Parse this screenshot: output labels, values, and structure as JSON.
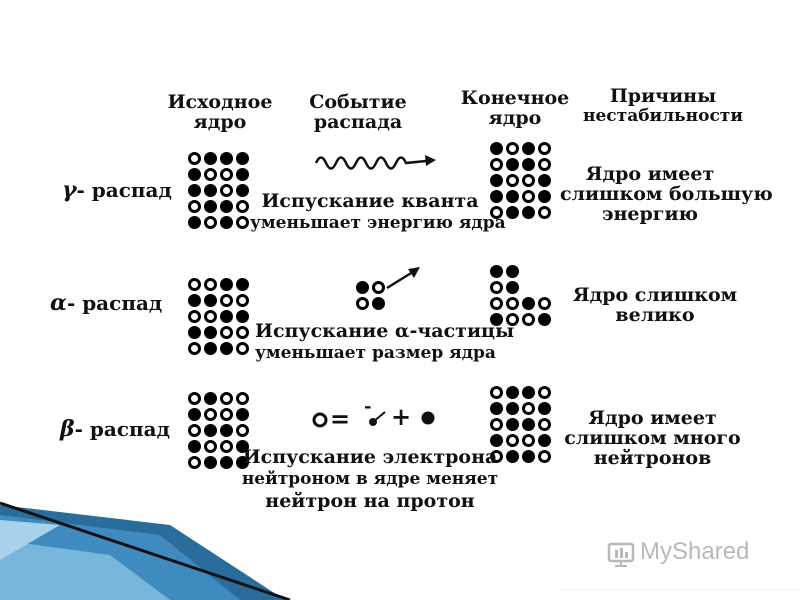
{
  "headers": {
    "initial": [
      "Исходное",
      "ядро"
    ],
    "event": [
      "Событие",
      "распада"
    ],
    "final": [
      "Конечное",
      "ядро"
    ],
    "causes": [
      "Причины",
      "нестабильности"
    ]
  },
  "rows": [
    {
      "label_symbol": "γ",
      "label_text": "- распад",
      "event_lines": [
        "Испускание кванта",
        "уменьшает энергию ядра"
      ],
      "cause_lines": [
        "Ядро имеет",
        "слишком большую",
        "энергию"
      ]
    },
    {
      "label_symbol": "α",
      "label_text": "- распад",
      "event_lines": [
        "Испускание α-частицы",
        "уменьшает размер ядра"
      ],
      "cause_lines": [
        "Ядро слишком",
        "велико"
      ]
    },
    {
      "label_symbol": "β",
      "label_text": "- распад",
      "event_lines": [
        "Испускание электрона",
        "нейтроном в ядре меняет",
        "нейтрон на протон"
      ],
      "cause_lines": [
        "Ядро имеет",
        "слишком много",
        "нейтронов"
      ]
    }
  ],
  "beta_equation": {
    "equals": "=",
    "minus": "-",
    "plus": "+"
  },
  "watermark": "MyShared",
  "colors": {
    "neutron": "#000000",
    "proton": "#ffffff",
    "slide_bar": "#2c6e9e",
    "watermark": "#b9b9b9"
  },
  "nucleus_patterns": {
    "gamma_initial": [
      "pnnn",
      "nppn",
      "nnpn",
      "pnnp",
      "npnp"
    ],
    "gamma_final": [
      "npnp",
      "pnnp",
      "nppn",
      "nnpn",
      "pnnp"
    ],
    "alpha_initial": [
      "ppnn",
      "nnpp",
      "ppnn",
      "nnpp",
      "pnnp"
    ],
    "alpha_final": [
      "nn..",
      "pn..",
      "ppnp",
      "nppn"
    ],
    "alpha_particle": [
      "np",
      "pn"
    ],
    "beta_initial": [
      "pnpp",
      "nppn",
      "pnnp",
      "nppn",
      "pnnn"
    ],
    "beta_final": [
      "pnnp",
      "nnpn",
      "pnnp",
      "nppn",
      "pnnp"
    ]
  }
}
